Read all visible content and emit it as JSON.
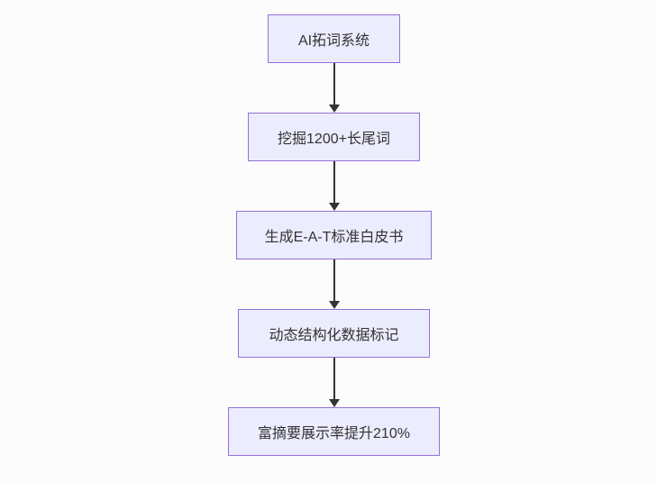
{
  "diagram": {
    "type": "flowchart",
    "direction": "top-down",
    "nodes": [
      {
        "id": "A",
        "label": "AI拓词系统"
      },
      {
        "id": "B",
        "label": "挖掘1200+长尾词"
      },
      {
        "id": "C",
        "label": "生成E-A-T标准白皮书"
      },
      {
        "id": "D",
        "label": "动态结构化数据标记"
      },
      {
        "id": "E",
        "label": "富摘要展示率提升210%"
      }
    ],
    "edges": [
      {
        "from": "A",
        "to": "B"
      },
      {
        "from": "B",
        "to": "C"
      },
      {
        "from": "C",
        "to": "D"
      },
      {
        "from": "D",
        "to": "E"
      }
    ],
    "colors": {
      "node_fill": "#ECECFF",
      "node_border": "#9370DB",
      "arrow": "#333333",
      "text": "#333333",
      "background": "#fcfcfc"
    }
  }
}
